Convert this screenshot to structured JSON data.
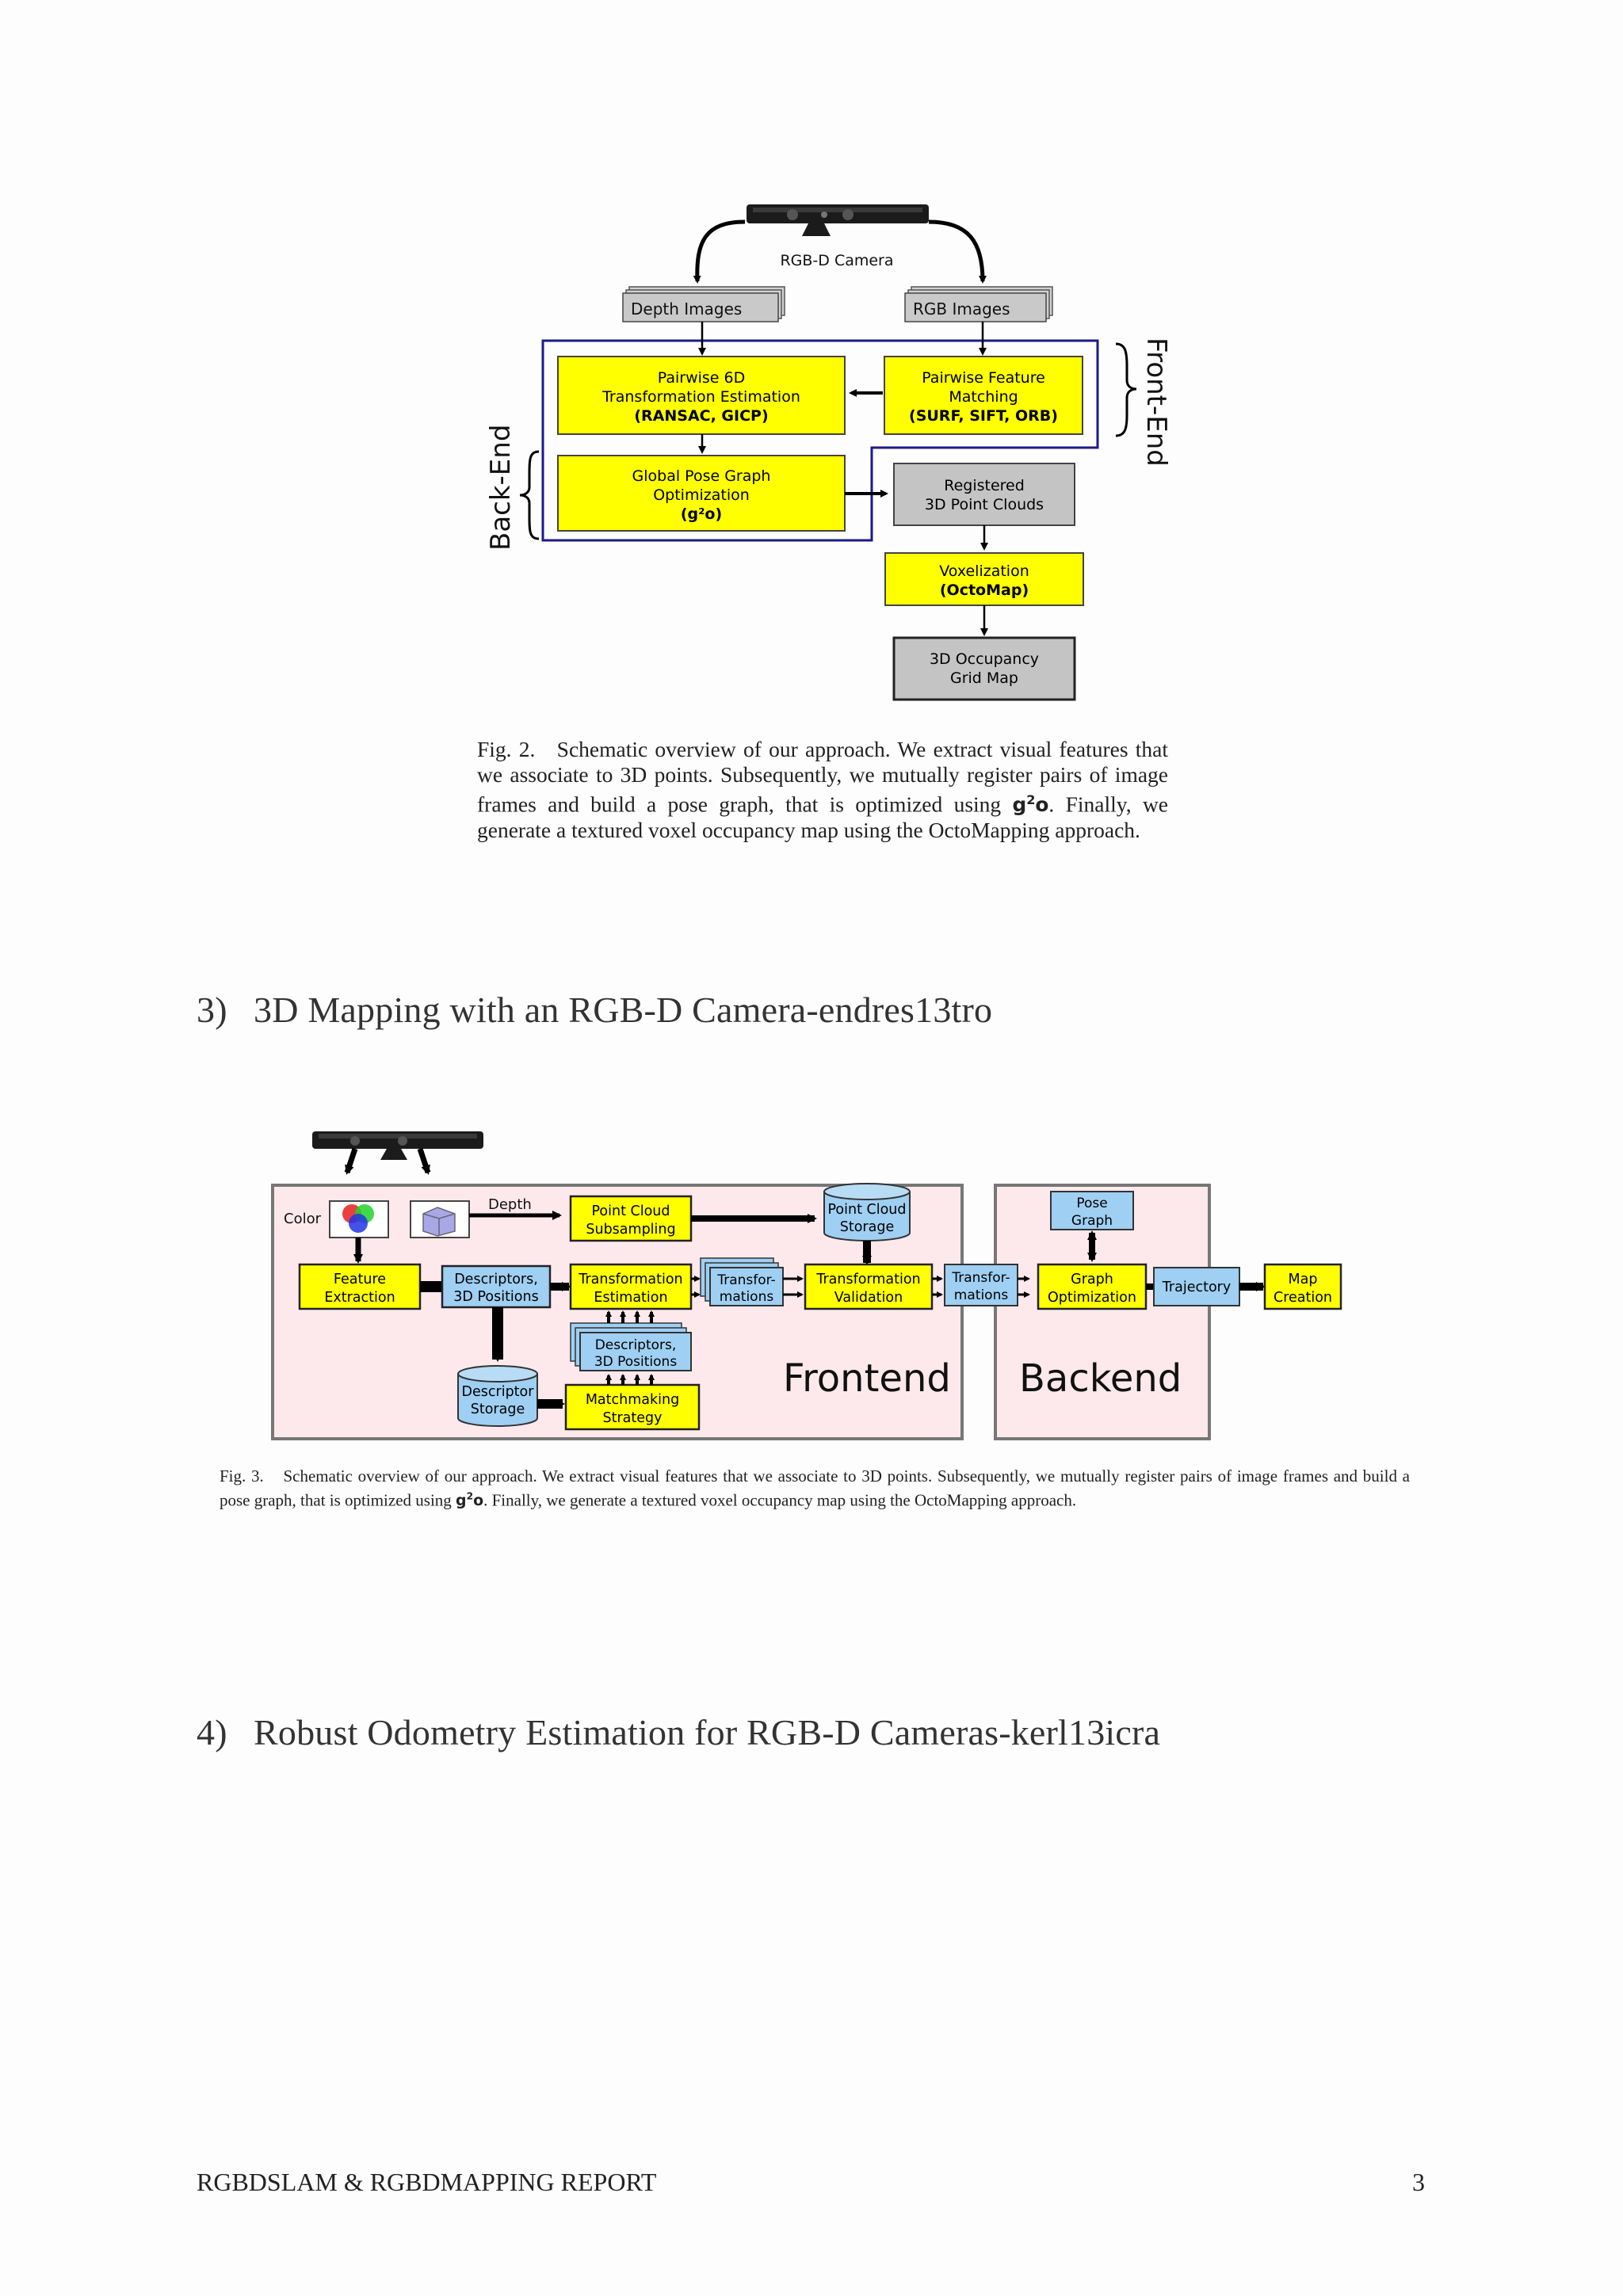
{
  "figure2": {
    "camera_label": "RGB-D Camera",
    "depth_images": "Depth Images",
    "rgb_images": "RGB Images",
    "pairwise_6d": [
      "Pairwise 6D",
      "Transformation Estimation",
      "(RANSAC, GICP)"
    ],
    "pairwise_feature": [
      "Pairwise Feature",
      "Matching",
      "(SURF, SIFT, ORB)"
    ],
    "global_pose": [
      "Global Pose Graph",
      "Optimization",
      "(g²o)"
    ],
    "registered": [
      "Registered",
      "3D Point Clouds"
    ],
    "voxelization": [
      "Voxelization",
      "(OctoMap)"
    ],
    "occupancy": [
      "3D Occupancy",
      "Grid Map"
    ],
    "back_end": "Back-End",
    "front_end": "Front-End"
  },
  "caption2": {
    "label": "Fig. 2.",
    "text_a": "Schematic overview of our approach. We extract visual features that we associate to 3D points. Subsequently, we mutually register pairs of image frames and build a pose graph, that is optimized using",
    "g2o": "g",
    "g2o_sup": "2",
    "g2o_o": "o",
    "text_b": ". Finally, we generate a textured voxel occupancy map using the OctoMapping approach."
  },
  "heading3": {
    "number": "3)",
    "text": "3D Mapping with an RGB-D Camera-endres13tro"
  },
  "figure3": {
    "color": "Color",
    "depth": "Depth",
    "point_cloud_subsampling": [
      "Point Cloud",
      "Subsampling"
    ],
    "point_cloud_storage": [
      "Point Cloud",
      "Storage"
    ],
    "feature_extraction": [
      "Feature",
      "Extraction"
    ],
    "descriptors_positions": [
      "Descriptors,",
      "3D Positions"
    ],
    "transformation_estimation": [
      "Transformation",
      "Estimation"
    ],
    "transformations_a": [
      "Transfor-",
      "mations"
    ],
    "transformation_validation": [
      "Transformation",
      "Validation"
    ],
    "transformations_b": [
      "Transfor-",
      "mations"
    ],
    "pose_graph": [
      "Pose",
      "Graph"
    ],
    "graph_optimization": [
      "Graph",
      "Optimization"
    ],
    "trajectory": "Trajectory",
    "map_creation": [
      "Map",
      "Creation"
    ],
    "descriptors_positions_stack": [
      "Descriptors,",
      "3D Positions"
    ],
    "descriptor_storage": [
      "Descriptor",
      "Storage"
    ],
    "matchmaking": [
      "Matchmaking",
      "Strategy"
    ],
    "frontend": "Frontend",
    "backend": "Backend"
  },
  "caption3": {
    "label": "Fig. 3.",
    "text_a": "Schematic overview of our approach. We extract visual features that we associate to 3D points. Subsequently, we mutually register pairs of image frames and build a pose graph, that is optimized using",
    "g2o": "g",
    "g2o_sup": "2",
    "g2o_o": "o",
    "text_b": ". Finally, we generate a textured voxel occupancy map using the OctoMapping approach."
  },
  "heading4": {
    "number": "4)",
    "text": "Robust Odometry Estimation for RGB-D Cameras-kerl13icra"
  },
  "footer": {
    "title": "RGBDSLAM & RGBDMAPPING REPORT",
    "page": "3"
  },
  "colors": {
    "yellow": "#ffff00",
    "gray": "#c4c4c4",
    "blue": "#9fcff2",
    "pink": "#fde9ec",
    "navy": "#1c1a86"
  }
}
